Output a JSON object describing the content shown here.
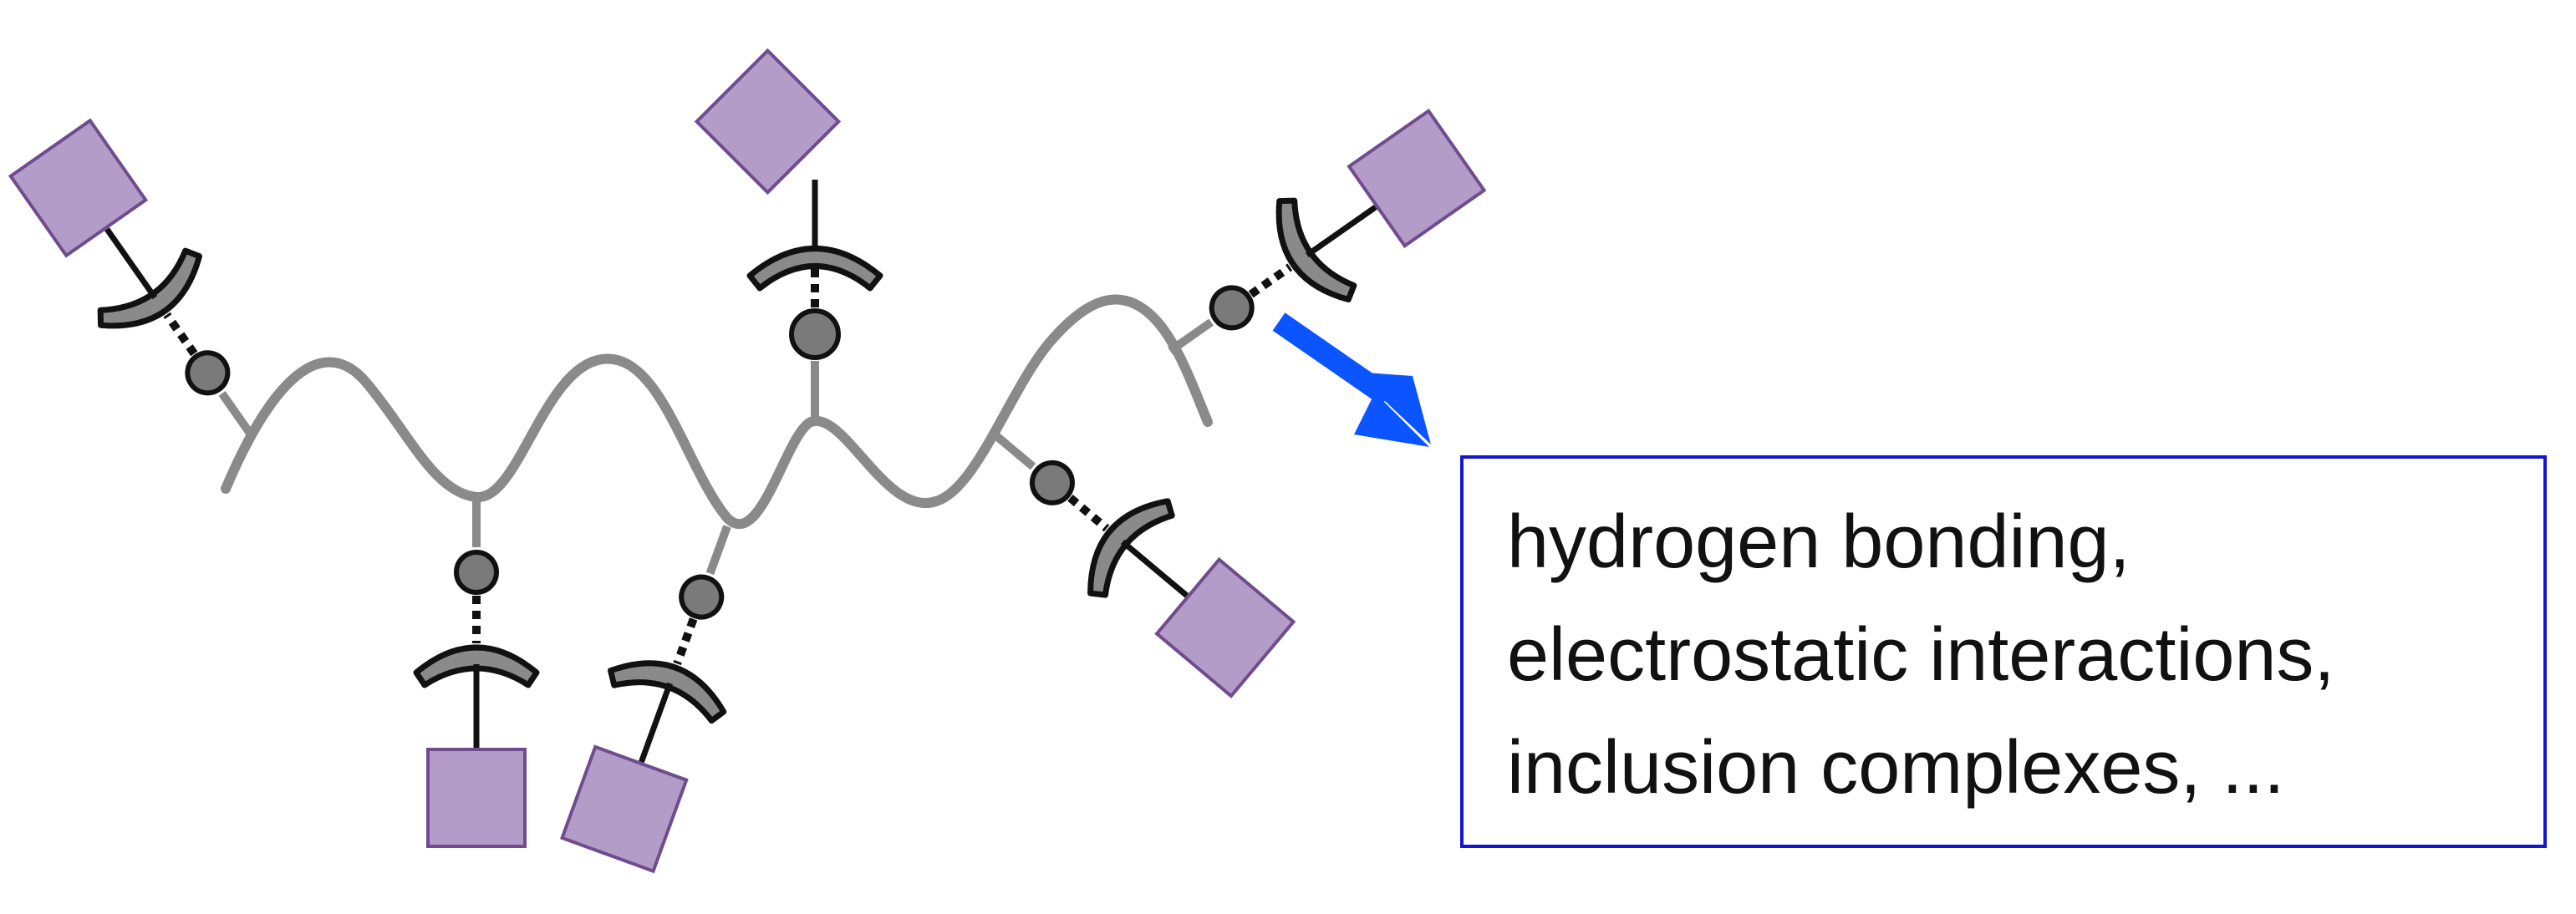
{
  "colors": {
    "backbone": "#8a8a8a",
    "linker": "#111111",
    "guest_fill": "#7a7a7a",
    "host_fill": "#8a8a8a",
    "monomer_fill": "#b49cc8",
    "monomer_stroke": "#6e4c8e",
    "arrow": "#0a55ff",
    "box_border": "#1414d2"
  },
  "icons": {
    "monomer": "lavender-square-monomer",
    "host": "crescent-host-receptor",
    "guest": "grey-circle-guest",
    "arrow": "blue-arrow"
  },
  "interaction_box": {
    "lines": [
      "hydrogen bonding,",
      "electrostatic interactions,",
      "inclusion complexes, ..."
    ]
  }
}
